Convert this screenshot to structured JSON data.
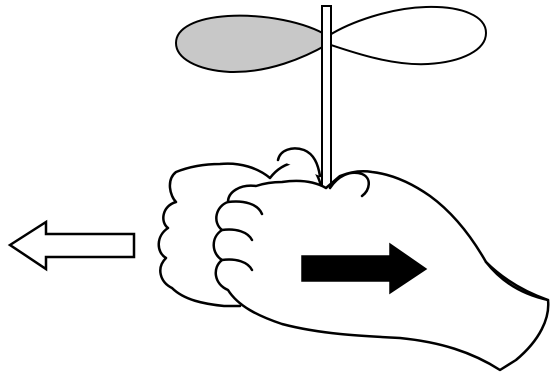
{
  "diagram": {
    "subject": "bamboo-copter",
    "colors": {
      "outline": "#000000",
      "background": "#ffffff",
      "blade_shaded": "#c8c8c8",
      "blade_plain": "#ffffff",
      "left_hand_motion_arrow": "#ffffff",
      "right_hand_motion_arrow": "#000000"
    },
    "motion": {
      "left_hand_direction": "left",
      "right_hand_direction": "right"
    }
  }
}
